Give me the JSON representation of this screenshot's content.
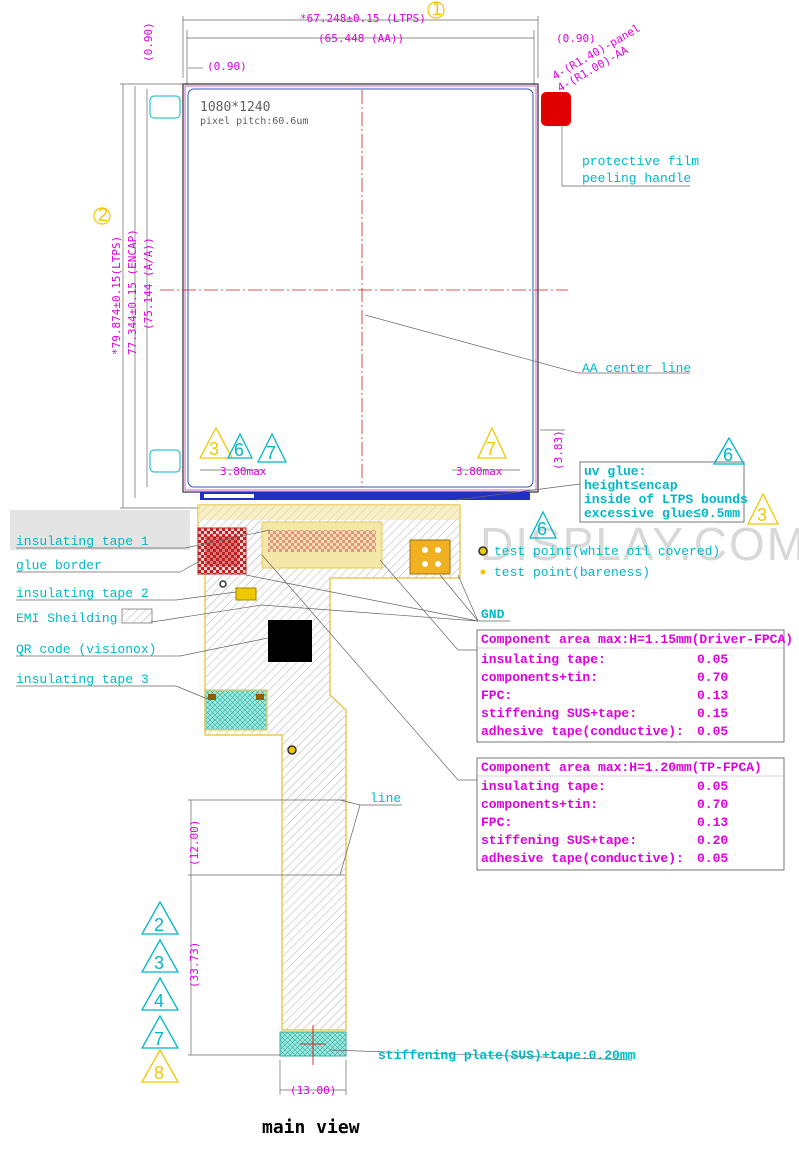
{
  "colors": {
    "magenta": "#e000e0",
    "cyan": "#00b8c8",
    "red": "#e00000",
    "blue": "#2030c0",
    "yellow_fpc": "#e8c85a",
    "triangle_yellow": "#f0c800",
    "triangle_cyan": "#00b8c8"
  },
  "dimensions": {
    "ltps_width": "*67.248±0.15 (LTPS)",
    "aa_width": "(65.448 (AA))",
    "top_left_margin": "(0.90)",
    "left_side_margin": "(0.90)",
    "top_right_margin": "(0.90)",
    "corner_panel": "4-(R1.40)-panel",
    "corner_aa": "4-(R1.00)-AA",
    "ltps_height": "*79.874±0.15(LTPS)",
    "encap_height": "77.344±0.15 (ENCAP)",
    "aa_height": "(75.144 (A/A))",
    "left_max": "3.80max",
    "right_max": "3.80max",
    "bottom_right": "(3.83)",
    "fpc_seg_1": "(12.00)",
    "fpc_seg_2": "(33.73)",
    "stiffener_width": "(13.00)"
  },
  "panel": {
    "resolution": "1080*1240",
    "pixel_pitch": "pixel pitch:60.6um"
  },
  "callouts": {
    "protective_film_line1": "protective film",
    "protective_film_line2": "peeling handle",
    "aa_center_line": "AA center line",
    "uv_glue_1": "uv glue:",
    "uv_glue_2": "height≤encap",
    "uv_glue_3": "inside of LTPS bounds",
    "uv_glue_4": "excessive glue≤0.5mm",
    "insulating_tape_1": "insulating tape 1",
    "glue_border": "glue border",
    "insulating_tape_2": "insulating tape 2",
    "emi_shielding": "EMI Sheilding",
    "qr_code": "QR code (visionox)",
    "insulating_tape_3": "insulating tape 3",
    "test_point_white": "test point(white oil covered)",
    "test_point_bare": "test point(bareness)",
    "gnd": "GND",
    "line": "line",
    "stiffening_plate": "stiffening plate(SUS)+tape:0.20mm",
    "caption": "main view"
  },
  "watermark": "DISPLAY.COM",
  "tables": {
    "driver": {
      "title": "Component area max:H=1.15mm(Driver-FPCA)",
      "rows": [
        {
          "label": "insulating tape:",
          "value": "0.05"
        },
        {
          "label": "components+tin:",
          "value": "0.70"
        },
        {
          "label": "FPC:",
          "value": "0.13"
        },
        {
          "label": "stiffening SUS+tape:",
          "value": "0.15"
        },
        {
          "label": "adhesive tape(conductive):",
          "value": "0.05"
        }
      ]
    },
    "tp": {
      "title": "Component area max:H=1.20mm(TP-FPCA)",
      "rows": [
        {
          "label": "insulating tape:",
          "value": "0.05"
        },
        {
          "label": "components+tin:",
          "value": "0.70"
        },
        {
          "label": "FPC:",
          "value": "0.13"
        },
        {
          "label": "stiffening SUS+tape:",
          "value": "0.20"
        },
        {
          "label": "adhesive tape(conductive):",
          "value": "0.05"
        }
      ]
    }
  },
  "markers": {
    "circle_1": "1",
    "circle_2": "2",
    "tri_3_left": "3",
    "tri_6_left": "6",
    "tri_7_left": "7",
    "tri_7_right": "7",
    "tri_6_uv": "6",
    "tri_3_uv": "3",
    "tri_6_gnd": "6",
    "stack": [
      "2",
      "3",
      "4",
      "7",
      "8"
    ]
  }
}
